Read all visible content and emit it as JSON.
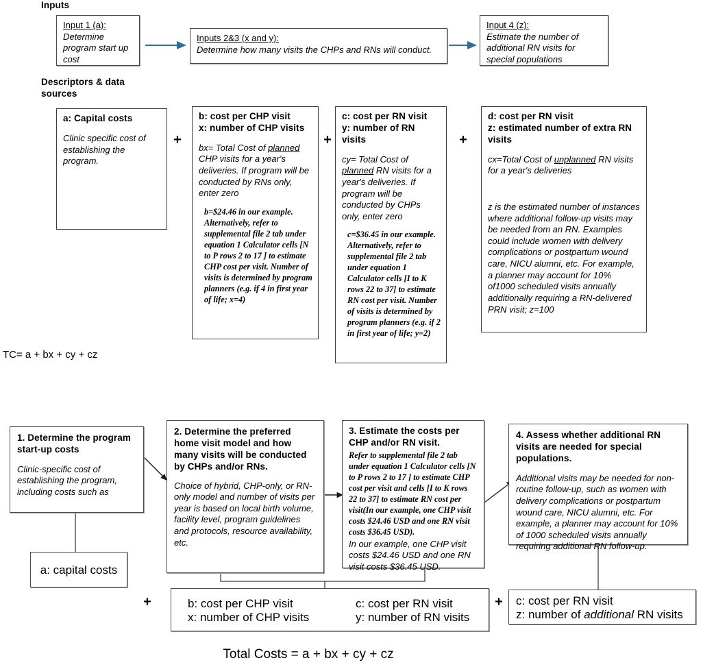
{
  "section_labels": {
    "inputs": "Inputs",
    "descriptors": "Descriptors & data sources",
    "descriptors_line1": "Descriptors & data",
    "descriptors_line2": "sources"
  },
  "top_flow": {
    "boxes": [
      {
        "id": "input1",
        "title": "Input 1 (a):",
        "body": "Determine program start up cost"
      },
      {
        "id": "input23",
        "title": "Inputs 2&3 (x and y):",
        "body": "Determine how many visits the CHPs and RNs will conduct."
      },
      {
        "id": "input4",
        "title": "Input 4 (z):",
        "body": "Estimate the number of additional RN visits for special populations"
      }
    ],
    "arrow_color": "#2e6f96"
  },
  "descriptor_boxes": [
    {
      "id": "a",
      "heading_lines": [
        "a: Capital costs"
      ],
      "body": "Clinic specific cost of establishing the program.",
      "note": ""
    },
    {
      "id": "b",
      "heading_lines": [
        "b: cost per CHP visit",
        "x: number of CHP visits"
      ],
      "body_pre": "bx= Total Cost of ",
      "body_underline": "planned",
      "body_post": " CHP visits for a year's deliveries. If program will be conducted by RNs only, enter zero",
      "note": "b=$24.46 in our example. Alternatively, refer to supplemental file 2  tab under equation 1 Calculator  cells [N to P rows 2 to 17 ] to estimate CHP cost per visit. Number of visits is determined by program planners (e.g. if 4 in first year of life; x=4)"
    },
    {
      "id": "c",
      "heading_lines": [
        "c: cost per RN visit",
        "y: number of RN visits"
      ],
      "body_pre": "cy= Total Cost of ",
      "body_underline": "planned",
      "body_post": " RN visits for a year's deliveries. If program will be conducted by CHPs only, enter zero",
      "note": "c=$36.45 in our example. Alternatively, refer to supplemental file 2  tab under equation 1 Calculator cells [I to K rows 22 to 37] to estimate RN cost per visit. Number of visits is determined by program planners (e.g. if 2 in first year of life; y=2)"
    },
    {
      "id": "d",
      "heading_lines": [
        "d: cost per RN visit",
        "z: estimated number of extra RN visits"
      ],
      "body_pre": "cx=Total Cost of ",
      "body_underline": "unplanned",
      "body_post": " RN visits for a year's deliveries",
      "note": "z is the estimated number of instances where additional follow-up visits may be needed from an RN. Examples could include women with delivery complications or postpartum wound care, NICU alumni, etc. For example, a planner may account for 10% of1000 scheduled visits annually additionally requiring a RN-delivered PRN visit; z=100"
    }
  ],
  "plus_signs": {
    "symbol": "+"
  },
  "tc_formula": "TC= a + bx + cy + cz",
  "steps": [
    {
      "id": "step1",
      "heading": "1. Determine the program start-up costs",
      "body": "Clinic-specific cost of establishing the program, including costs such as"
    },
    {
      "id": "step2",
      "heading": "2. Determine the preferred home visit model and how many visits will be conducted by CHPs and/or RNs.",
      "body": "Choice of hybrid, CHP-only, or RN-only model and number of visits per year is based on local birth volume, facility level, program guidelines and protocols, resource availability, etc."
    },
    {
      "id": "step3",
      "heading": "3. Estimate the costs per CHP and/or RN visit.",
      "body_note": "Refer to supplemental file 2 tab under equation 1 Calculator cells [N to P rows 2 to 17 ] to estimate CHP cost per visit and cells [I to K rows 22 to 37] to estimate RN cost per visit(In our example, one CHP visit costs $24.46 USD and one RN visit costs $36.45 USD).",
      "body_italic": "In our example, one CHP visit costs $24.46 USD and one RN visit costs $36.45 USD."
    },
    {
      "id": "step4",
      "heading": "4. Assess whether additional RN visits are needed for special populations.",
      "body": "Additional visits may be needed for non-routine follow-up, such as women with delivery complications or postpartum wound care, NICU alumni, etc. For example, a planner may account for 10% of 1000 scheduled visits annually requiring additional RN follow-up."
    }
  ],
  "result_boxes": {
    "capital": "a: capital costs",
    "bx_line1": "b: cost per CHP visit",
    "bx_line2": "x: number of CHP visits",
    "cy_line1": "c: cost per RN visit",
    "cy_line2": "y: number of RN visits",
    "cz_line1": "c: cost per RN visit",
    "cz_line2_pre": "z: number of ",
    "cz_line2_em": "additional",
    "cz_line2_post": " RN visits"
  },
  "total_costs": "Total Costs = a + bx + cy + cz"
}
